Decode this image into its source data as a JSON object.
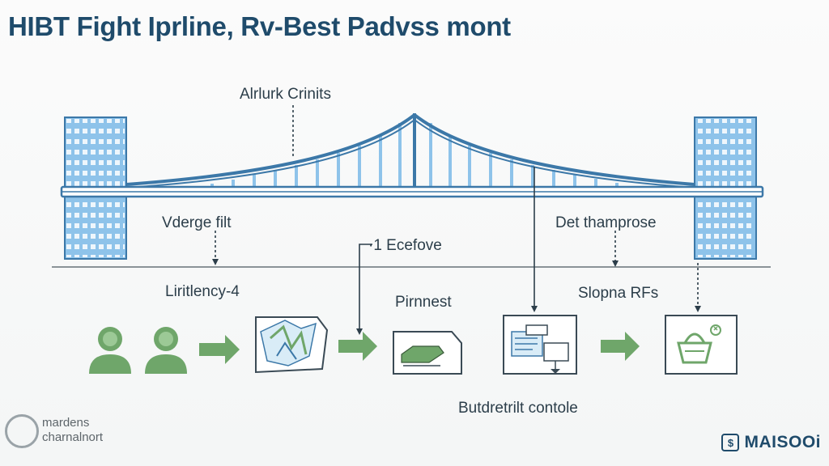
{
  "title": "HIBT Fight Iprline, Rv-Best Padvss mont",
  "labels": {
    "top_center": "Alrlurk Crinits",
    "left_mid": "Vderge filt",
    "center_mid": "·1 Ecefove",
    "right_mid": "Det thamprose",
    "lower_left": "Liritlency-4",
    "lower_center": "Pirnnest",
    "lower_right": "Slopna RFs",
    "bottom_center": "Butdretrilt contole"
  },
  "footer": {
    "left_line1": "mardens",
    "left_line2": "charnalnort",
    "brand": "MAISOOi",
    "brand_badge": "$"
  },
  "colors": {
    "title": "#1f4b6b",
    "bridge": "#3c78a8",
    "tower": "#8ec3ea",
    "arrow": "#6fa66a",
    "person": "#6fa66a"
  },
  "icons": [
    "person-icon",
    "person-icon",
    "map-document-icon",
    "folder-card-icon",
    "dashboard-screen-icon",
    "shopping-basket-icon"
  ]
}
